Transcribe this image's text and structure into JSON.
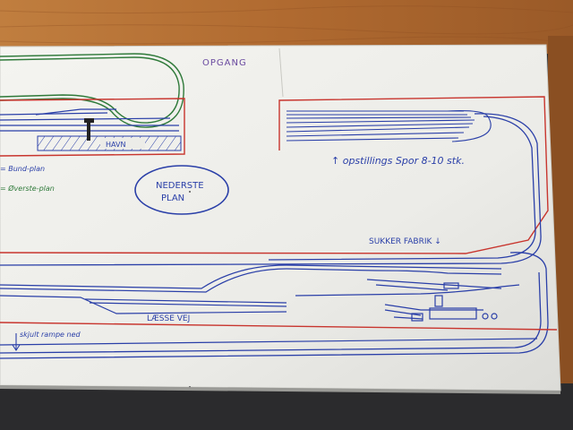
{
  "photo": {
    "description_kind": "photo of a hand-drawn model railway track plan on a white board",
    "colors": {
      "wall_wood": "#b9773c",
      "board": "#eeeeea",
      "floor": "#2b2b2d",
      "blue_ink": "#2a3fa8",
      "red_ink": "#c8352e",
      "green_ink": "#2f7a3a",
      "purple_ink": "#6a4aa0"
    },
    "labels": {
      "opgang": "OPGANG",
      "havn": "HAVN",
      "legend_bund": "= Bund-plan",
      "legend_overste": "= Øverste-plan",
      "nederste_line1": "NEDERSTE",
      "nederste_line2": "PLAN",
      "opstillings": "↑ opstillings Spor 8-10 stk.",
      "sukker": "SUKKER FABRIK ↓",
      "lasse": "LÆSSE VEJ",
      "skjult": "skjult rampe ned"
    }
  }
}
